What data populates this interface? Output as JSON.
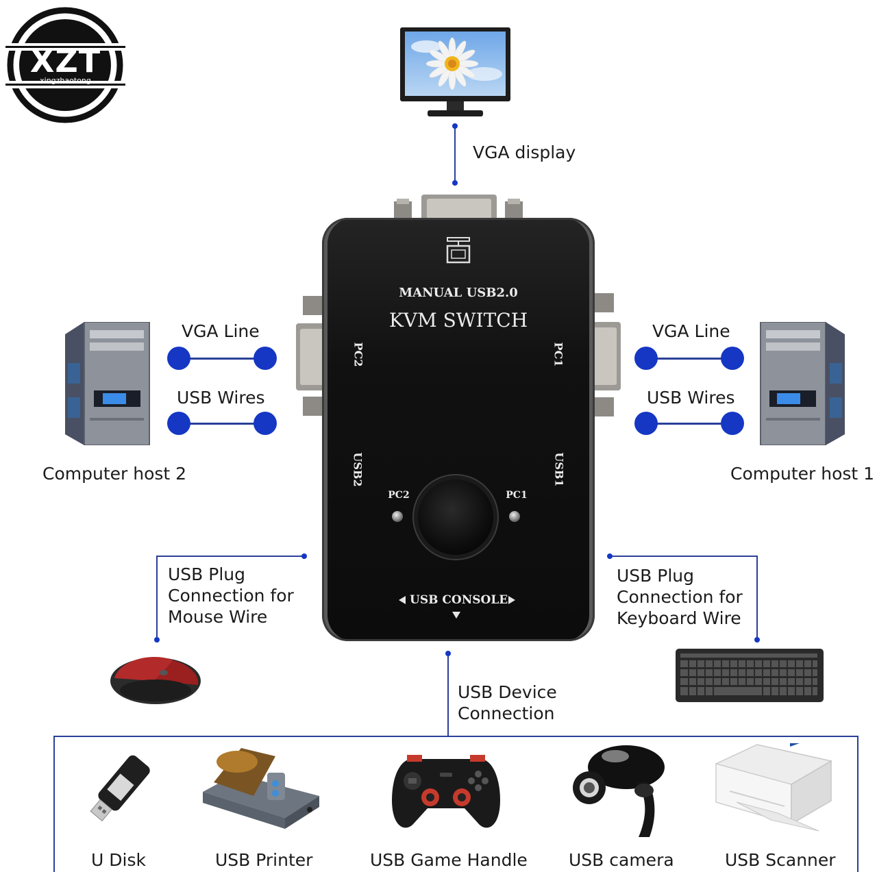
{
  "logo": {
    "brand": "XZT",
    "subtitle": "xingzhaotong"
  },
  "display_label": "VGA display",
  "left": {
    "vga_line": "VGA Line",
    "usb_wires": "USB Wires",
    "host": "Computer host 2"
  },
  "right": {
    "vga_line": "VGA Line",
    "usb_wires": "USB Wires",
    "host": "Computer host 1"
  },
  "device": {
    "model": "MANUAL USB2.0",
    "name": "KVM SWITCH",
    "port_pc2": "PC2",
    "port_pc1": "PC1",
    "port_usb2": "USB2",
    "port_usb1": "USB1",
    "led_pc2": "PC2",
    "led_pc1": "PC1",
    "console": "USB CONSOLE"
  },
  "mouse_label": [
    "USB Plug",
    "Connection for",
    "Mouse Wire"
  ],
  "keyboard_label": [
    "USB Plug",
    "Connection for",
    "Keyboard Wire"
  ],
  "usb_device_label": [
    "USB Device",
    "Connection"
  ],
  "peripherals": [
    "U Disk",
    "USB Printer",
    "USB Game Handle",
    "USB camera",
    "USB Scanner"
  ],
  "colors": {
    "connector": "#1537c4",
    "line": "#2a3f9a",
    "device_body": "#151515"
  }
}
